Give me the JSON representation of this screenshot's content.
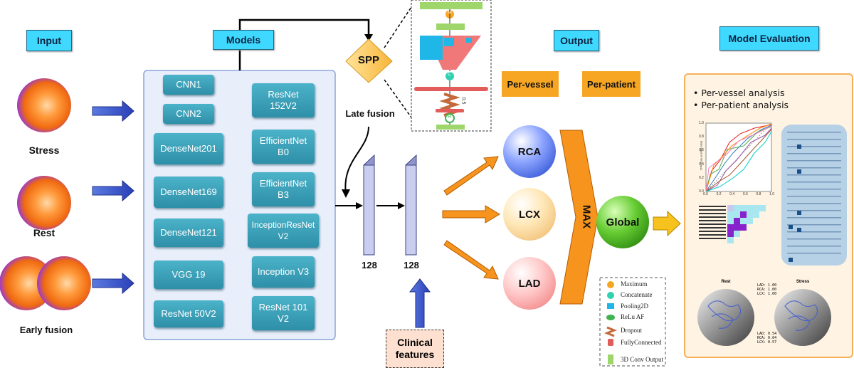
{
  "headers": {
    "input": "Input",
    "models": "Models",
    "output": "Output",
    "model_evaluation": "Model Evaluation"
  },
  "inputs": {
    "stress": "Stress",
    "rest": "Rest",
    "early_fusion": "Early fusion"
  },
  "models": {
    "left": [
      "CNN1",
      "CNN2",
      "DenseNet201",
      "DenseNet169",
      "DenseNet121",
      "VGG 19",
      "ResNet 50V2"
    ],
    "right": [
      "ResNet\n152V2",
      "EfficientNet\nB0",
      "EfficientNet\nB3",
      "InceptionResNet\nV2",
      "Inception V3",
      "ResNet 101\nV2"
    ]
  },
  "spp": "SPP",
  "late_fusion": "Late fusion",
  "layers": {
    "a": "128",
    "b": "128"
  },
  "clinical_features": "Clinical\nfeatures",
  "output": {
    "per_vessel": "Per-vessel",
    "per_patient": "Per-patient",
    "vessels": [
      "RCA",
      "LCX",
      "LAD"
    ],
    "max": "MAX",
    "global": "Global"
  },
  "legend": [
    {
      "label": "Maximum",
      "icon": "maximum-icon",
      "color": "#f7a623"
    },
    {
      "label": "Concatenate",
      "icon": "concatenate-icon",
      "color": "#2fd1b0"
    },
    {
      "label": "Pooling2D",
      "icon": "pooling-icon",
      "color": "#1fb6e8"
    },
    {
      "label": "ReLu AF",
      "icon": "relu-icon",
      "color": "#3fb34f"
    },
    {
      "label": "Dropout",
      "icon": "dropout-icon",
      "color": "#c46a3a"
    },
    {
      "label": "FullyConnected",
      "icon": "fully-connected-icon",
      "color": "#e25c5c"
    },
    {
      "label": "3D Conv Output",
      "icon": "conv-output-icon",
      "color": "#9ed66b"
    }
  ],
  "evaluation": {
    "bullets": [
      "Per-vessel analysis",
      "Per-patient analysis"
    ],
    "rest_label": "Rest",
    "stress_label": "Stress",
    "rest_stats": [
      "LAD: 1.00",
      "RCA: 1.00",
      "LCX: 1.00"
    ],
    "stress_stats": [
      "LAD: 0.54",
      "RCA: 0.64",
      "LCX: 0.57"
    ],
    "roc_ticks": [
      "0.0",
      "0.2",
      "0.4",
      "0.6",
      "0.8",
      "1.0"
    ],
    "roc_ylabel": "TPR (true positive rate)"
  },
  "zoom_labels": {
    "m": "M",
    "c": "C",
    "r": "R",
    "dropout": "0.5"
  }
}
